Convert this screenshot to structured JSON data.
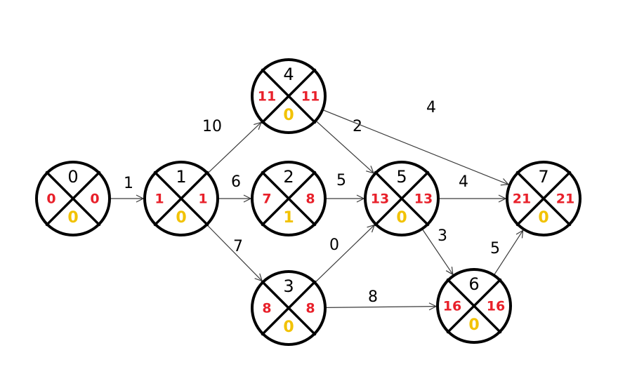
{
  "colors": {
    "stroke": "#000000",
    "edge": "#3a3a3a",
    "side_text": "#e8202a",
    "reserve_text": "#f2c200"
  },
  "nodes": [
    {
      "id": "0",
      "early": "0",
      "late": "0",
      "reserve": "0"
    },
    {
      "id": "1",
      "early": "1",
      "late": "1",
      "reserve": "0"
    },
    {
      "id": "4",
      "early": "11",
      "late": "11",
      "reserve": "0"
    },
    {
      "id": "2",
      "early": "7",
      "late": "8",
      "reserve": "1"
    },
    {
      "id": "3",
      "early": "8",
      "late": "8",
      "reserve": "0"
    },
    {
      "id": "5",
      "early": "13",
      "late": "13",
      "reserve": "0"
    },
    {
      "id": "6",
      "early": "16",
      "late": "16",
      "reserve": "0"
    },
    {
      "id": "7",
      "early": "21",
      "late": "21",
      "reserve": "0"
    }
  ],
  "edges": [
    {
      "from": "0",
      "to": "1",
      "weight": "1"
    },
    {
      "from": "1",
      "to": "4",
      "weight": "10"
    },
    {
      "from": "1",
      "to": "2",
      "weight": "6"
    },
    {
      "from": "1",
      "to": "3",
      "weight": "7"
    },
    {
      "from": "4",
      "to": "5",
      "weight": "2"
    },
    {
      "from": "4",
      "to": "7",
      "weight": "4"
    },
    {
      "from": "2",
      "to": "5",
      "weight": "5"
    },
    {
      "from": "3",
      "to": "5",
      "weight": "0"
    },
    {
      "from": "3",
      "to": "6",
      "weight": "8"
    },
    {
      "from": "5",
      "to": "7",
      "weight": "4"
    },
    {
      "from": "5",
      "to": "6",
      "weight": "3"
    },
    {
      "from": "6",
      "to": "7",
      "weight": "5"
    }
  ]
}
